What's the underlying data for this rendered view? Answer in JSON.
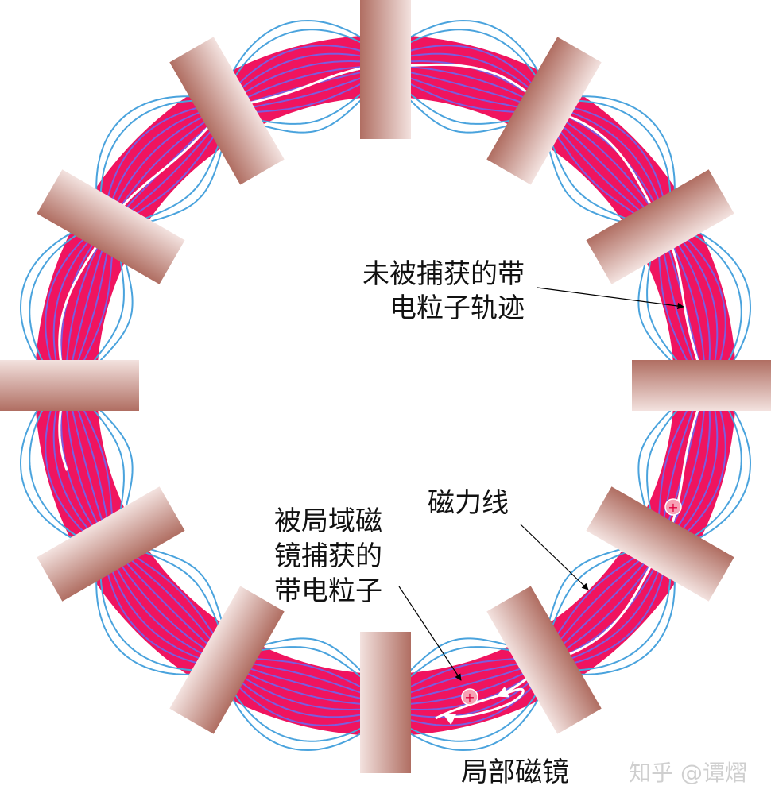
{
  "labels": {
    "untrapped_line1": "未被捕获的带",
    "untrapped_line2": "电粒子轨迹",
    "field_lines": "磁力线",
    "trapped_line1": "被局域磁",
    "trapped_line2": "镜捕获的",
    "trapped_line3": "带电粒子",
    "local_mirror": "局部磁镜",
    "particle_sign": "+",
    "watermark": "知乎 @谭熠"
  },
  "colors": {
    "plasma_ring": "#f0145f",
    "field_line_inner": "#7b5de0",
    "field_line_outer": "#4aa3dd",
    "coil_dark": "#b06e62",
    "coil_light": "#f3e2df",
    "trajectory": "#ffffff",
    "particle": "#f7a0b4"
  },
  "coil_count": 12
}
